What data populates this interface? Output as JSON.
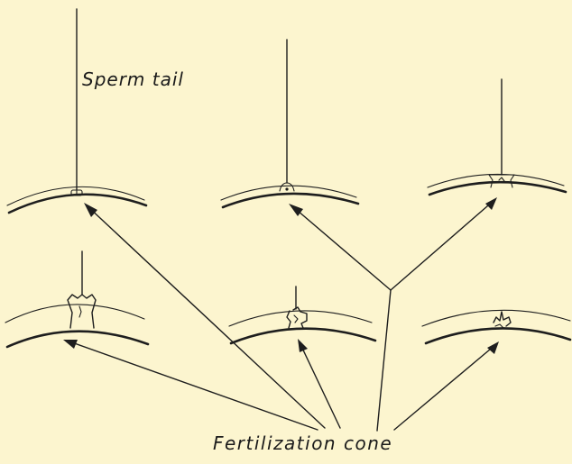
{
  "labels": {
    "sperm_tail": "Sperm tail",
    "fertilization_cone": "Fertilization cone"
  },
  "stages": [
    {
      "id": "stage-1",
      "cone": "contact"
    },
    {
      "id": "stage-2",
      "cone": "small-cone"
    },
    {
      "id": "stage-3",
      "cone": "growing-cone"
    },
    {
      "id": "stage-4",
      "cone": "large-cone"
    },
    {
      "id": "stage-5",
      "cone": "irregular-cone"
    },
    {
      "id": "stage-6",
      "cone": "tail-engulfed"
    }
  ],
  "colors": {
    "background": "#fcf5cf",
    "ink": "#1e1e1e"
  }
}
